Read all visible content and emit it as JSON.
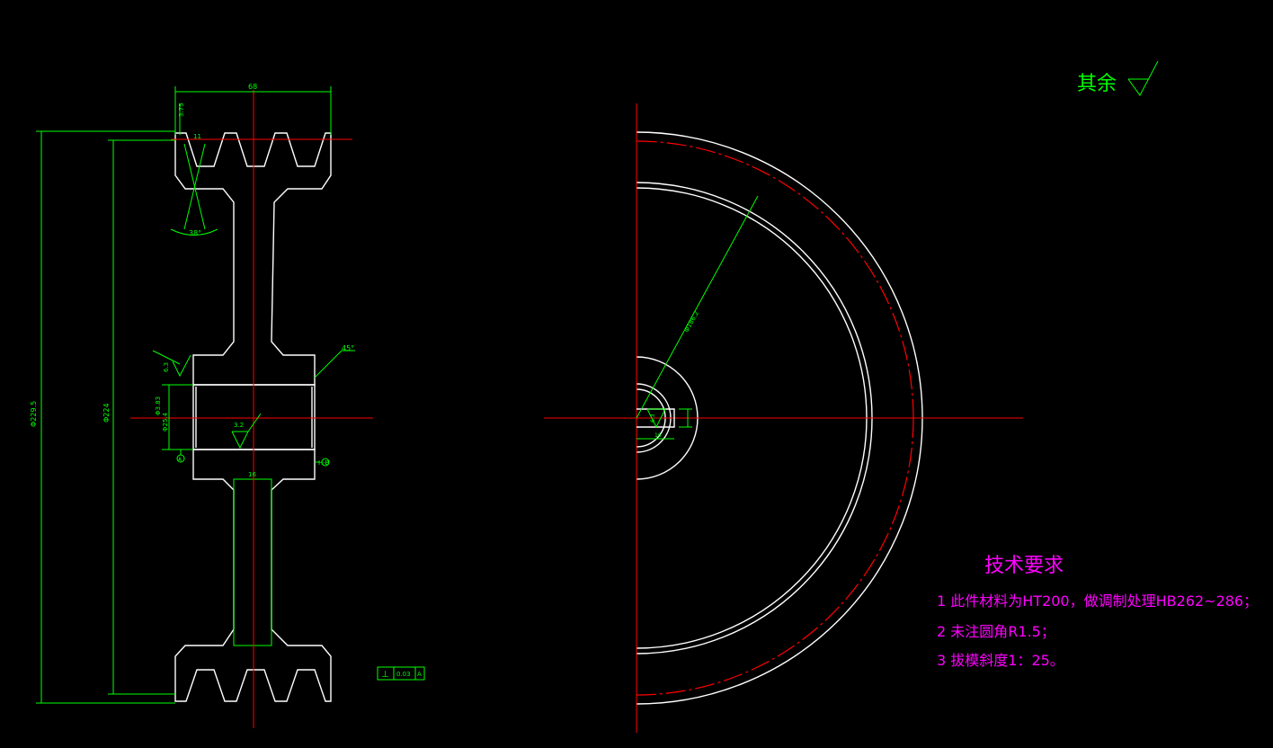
{
  "roughness_note": {
    "label": "其余"
  },
  "tech_requirements": {
    "title": "技术要求",
    "items": [
      "1 此件材料为HT200，做调制处理HB262~286；",
      "2 未注圆角R1.5；",
      "3 拔模斜度1：25。"
    ]
  },
  "dimensions": {
    "width_top": "68",
    "groove_depth": "3.75",
    "groove_pitch": "11",
    "groove_angle": "38°",
    "outer_dia": "Φ229.5",
    "pitch_dia": "Φ224",
    "bore_dia_a": "Φ3.83",
    "bore_dia_b": "Φ25.4",
    "chamfer": "45°",
    "hub_roughness": "6.3",
    "bore_roughness": "3.2",
    "web_width": "16",
    "inner_dia": "Φ186.2",
    "key_roughness": "6.3",
    "keyway_width": "16"
  },
  "tolerance_frame": {
    "symbol": "⊥",
    "value": "0.03",
    "datum": "A"
  },
  "datum_labels": {
    "left": "A",
    "right": "H-B"
  },
  "colors": {
    "background": "#000000",
    "geometry": "#ffffff",
    "dimension": "#00ff00",
    "centerline": "#ff0000",
    "annotation": "#ff00ff"
  }
}
